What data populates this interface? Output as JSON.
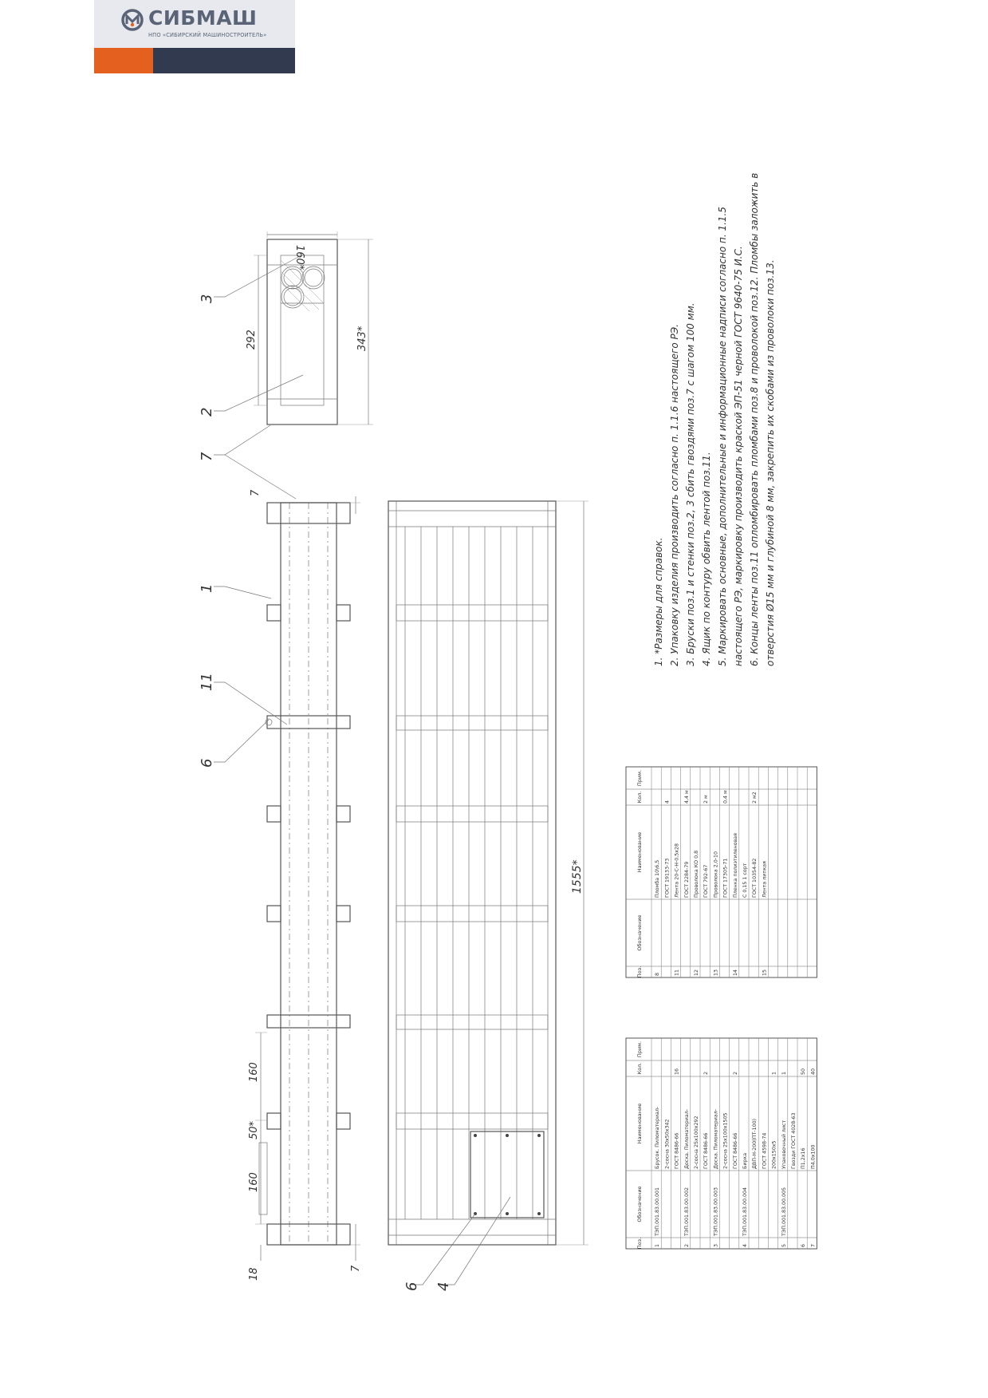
{
  "logo": {
    "brand": "СИБМАШ",
    "subtitle": "НПО «СИБИРСКИЙ МАШИНОСТРОИТЕЛЬ»",
    "colors": {
      "orange": "#e3601e",
      "navy": "#323a4f",
      "brand_text": "#5a6476",
      "background": "#e7e9ee"
    }
  },
  "views": {
    "dimensions": {
      "length_total": "1555*",
      "width_outer": "343*",
      "width_inner": "292",
      "height": "160*",
      "spacing_1": "160",
      "spacing_2": "50*",
      "spacing_3": "160",
      "offset_1": "18",
      "offset_2": "7",
      "offset_3": "7"
    },
    "callouts": [
      "3",
      "2",
      "7",
      "1",
      "11",
      "6",
      "6",
      "4"
    ]
  },
  "notes": [
    "1. *Размеры для справок.",
    "2. Упаковку изделия производить согласно п. 1.1.6 настоящего РЭ.",
    "3. Бруски поз.1 и стенки поз.2, 3 сбить гвоздями поз.7 с шагом 100 мм.",
    "4. Ящик по контуру обвить лентой поз.11.",
    "5. Маркировать основные, дополнительные и информационные надписи согласно п. 1.1.5",
    "настоящего РЭ, маркировку производить краской ЭП-51 черной ГОСТ 9640-75 И.С.",
    "6. Концы ленты поз.11 опломбировать пломбами поз.8 и проволокой поз.12. Пломбы заложить в",
    "отверстия Ø15 мм и глубиной 8 мм, закрепить их скобами из проволоки поз.13."
  ],
  "spec_left": {
    "headers": [
      "Поз.",
      "Обозначение",
      "Наименование",
      "Кол.",
      "Прим."
    ],
    "rows": [
      [
        "1",
        "ТЭП.001.83.00.001",
        "Брусок. Пиломатериал-",
        "",
        ""
      ],
      [
        "",
        "",
        "2-сосна 30х50х342",
        "",
        ""
      ],
      [
        "",
        "",
        "ГОСТ 8486-66",
        "16",
        ""
      ],
      [
        "2",
        "ТЭП.001.83.00.002",
        "Доска. Пиломатериал-",
        "",
        ""
      ],
      [
        "",
        "",
        "2-сосна 25х100х292",
        "",
        ""
      ],
      [
        "",
        "",
        "ГОСТ 8486-66",
        "2",
        ""
      ],
      [
        "3",
        "ТЭП.001.83.00.003",
        "Доска. Пиломатериал-",
        "",
        ""
      ],
      [
        "",
        "",
        "2-сосна 25х100х1505",
        "",
        ""
      ],
      [
        "",
        "",
        "ГОСТ 8486-66",
        "2",
        ""
      ],
      [
        "4",
        "ТЭП.001.83.00.004",
        "Бирка",
        "",
        ""
      ],
      [
        "",
        "",
        "ДВП-Н-200(ПТ-100)",
        "",
        ""
      ],
      [
        "",
        "",
        "ГОСТ 4598-74",
        "",
        ""
      ],
      [
        "",
        "",
        "200х150х5",
        "1",
        ""
      ],
      [
        "5",
        "ТЭП.001.83.00.005",
        "Упаковочный лист",
        "1",
        ""
      ],
      [
        "",
        "",
        "Гвозди ГОСТ 4028-63",
        "",
        ""
      ],
      [
        "6",
        "",
        "П1,2х16",
        "50",
        ""
      ],
      [
        "7",
        "",
        "П4,0х100",
        "40",
        ""
      ]
    ]
  },
  "spec_right": {
    "headers": [
      "Поз.",
      "Обозначение",
      "Наименование",
      "Кол.",
      "Прим."
    ],
    "rows": [
      [
        "8",
        "",
        "Пломба 10\\6,5",
        "",
        ""
      ],
      [
        "",
        "",
        "ГОСТ 19133-73",
        "4",
        ""
      ],
      [
        "11",
        "",
        "Лента 20-С-Н-0,5х28",
        "",
        ""
      ],
      [
        "",
        "",
        "ГОСТ 2284-79",
        "4,4 м",
        ""
      ],
      [
        "12",
        "",
        "Проволока КО 0,8",
        "",
        ""
      ],
      [
        "",
        "",
        "ГОСТ 792-67",
        "2 м",
        ""
      ],
      [
        "13",
        "",
        "Проволока 2,0-10",
        "",
        ""
      ],
      [
        "",
        "",
        "ГОСТ 17305-71",
        "0,4 м",
        ""
      ],
      [
        "14",
        "",
        "Пленка полиэтиленовая",
        "",
        ""
      ],
      [
        "",
        "",
        "С 0,15 1 сорт",
        "",
        ""
      ],
      [
        "",
        "",
        "ГОСТ 10354-82",
        "2 м2",
        ""
      ],
      [
        "15",
        "",
        "Лента липкая",
        "",
        ""
      ],
      [
        "",
        "",
        "",
        "",
        ""
      ],
      [
        "",
        "",
        "",
        "",
        ""
      ],
      [
        "",
        "",
        "",
        "",
        ""
      ],
      [
        "",
        "",
        "",
        "",
        ""
      ],
      [
        "",
        "",
        "",
        "",
        ""
      ]
    ]
  }
}
